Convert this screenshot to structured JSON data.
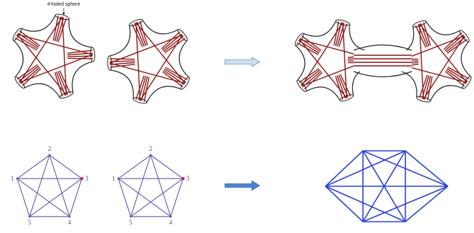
{
  "annotation": {
    "label": "4-holed sphere"
  },
  "colors": {
    "surface_outline": "#222222",
    "curve": "#8b1414",
    "hole_fill": "#ffffff",
    "arrow_light_fill": "#cfe0f2",
    "arrow_light_stroke": "#6a8fb8",
    "arrow_dark_fill": "#4a86d2",
    "arrow_dark_stroke": "#2a5ea6",
    "small_graph_edge": "#5a5ab0",
    "vertex_label": "#4b49a8",
    "vertex_dot": "#cc1a55",
    "big_graph_edge": "#2b40d6"
  },
  "pentagon_graphs": [
    {
      "vertex_labels": [
        "2",
        "3",
        "4",
        "5",
        "1"
      ],
      "highlighted_vertex": "3"
    },
    {
      "vertex_labels": [
        "2",
        "3",
        "4",
        "5",
        "1"
      ],
      "highlighted_vertex": "3"
    }
  ],
  "arrows": [
    "surface-glue-arrow",
    "graph-glue-arrow"
  ]
}
